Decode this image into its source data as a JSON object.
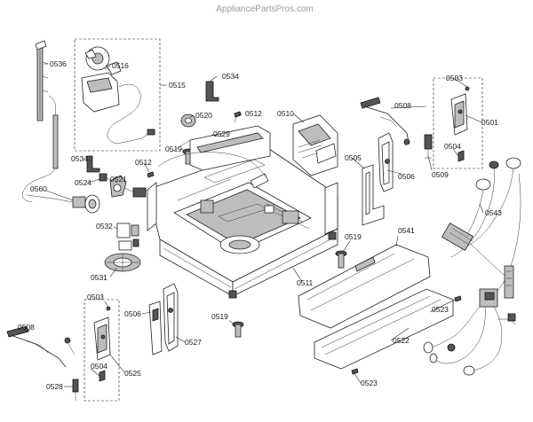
{
  "watermark": "AppliancePartsPros.com",
  "callouts": {
    "c0536": "0536",
    "c0516": "0516",
    "c0515": "0515",
    "c0534a": "0534",
    "c0503a": "0503",
    "c0508a": "0508",
    "c0501": "0501",
    "c0512a": "0512",
    "c0510": "0510",
    "c0520": "0520",
    "c0529": "0529",
    "c0519a": "0519",
    "c0534b": "0534",
    "c0512b": "0512",
    "c0524": "0524",
    "c0521": "0521",
    "c0560": "0560",
    "c0505": "0505",
    "c0506a": "0506",
    "c0509": "0509",
    "c0504a": "0504",
    "c0543": "0543",
    "c0532": "0532",
    "c0541": "0541",
    "c0519b": "0519",
    "c0531": "0531",
    "c0511": "0511",
    "c0503b": "0503",
    "c0523a": "0523",
    "c0506b": "0506",
    "c0519c": "0519",
    "c0527": "0527",
    "c0508b": "0508",
    "c0522": "0522",
    "c0525": "0525",
    "c0504b": "0504",
    "c0528": "0528",
    "c0523b": "0523"
  }
}
